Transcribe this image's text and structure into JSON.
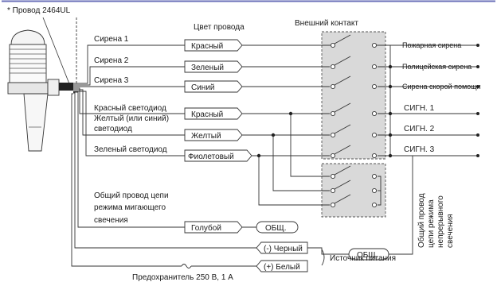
{
  "header": {
    "cable_note": "* Провод 2464UL",
    "wire_color_title": "Цвет провода",
    "external_contact_title": "Внешний контакт"
  },
  "inputs": {
    "siren1": "Сирена 1",
    "siren2": "Сирена 2",
    "siren3": "Сирена 3",
    "led_red": "Красный светодиод",
    "led_yellow_line1": "Желтый (или синий)",
    "led_yellow_line2": "светодиод",
    "led_green": "Зеленый светодиод",
    "blink_common_line1": "Общий провод цепи",
    "blink_common_line2": "режима мигающего",
    "blink_common_line3": "свечения"
  },
  "wire_tags": {
    "red_1": "Красный",
    "green": "Зеленый",
    "blue_1": "Синий",
    "red_2": "Красный",
    "yellow": "Желтый",
    "violet": "Фиолетовый",
    "light_blue": "Голубой",
    "black": "(-) Черный",
    "white": "(+) Белый"
  },
  "common_labels": {
    "com_1": "ОБЩ.",
    "com_2": "ОБЩ."
  },
  "outputs": {
    "fire_siren": "Пожарная сирена",
    "police_siren": "Полицейская сирена",
    "ambulance_siren": "Сирена скорой помощи",
    "sig1": "СИГН. 1",
    "sig2": "СИГН. 2",
    "sig3": "СИГН. 3"
  },
  "vertical_note": {
    "line1": "Общий провод",
    "line2": "цепи режима",
    "line3": "непрерывного",
    "line4": "свечения"
  },
  "power": {
    "source_label": "Источник питания",
    "fuse_label": "Предохранитель 250 В, 1 А"
  },
  "colors": {
    "header_rule": "#6a6fb8",
    "contact_box": "#d9d9d9",
    "line": "#333333"
  }
}
